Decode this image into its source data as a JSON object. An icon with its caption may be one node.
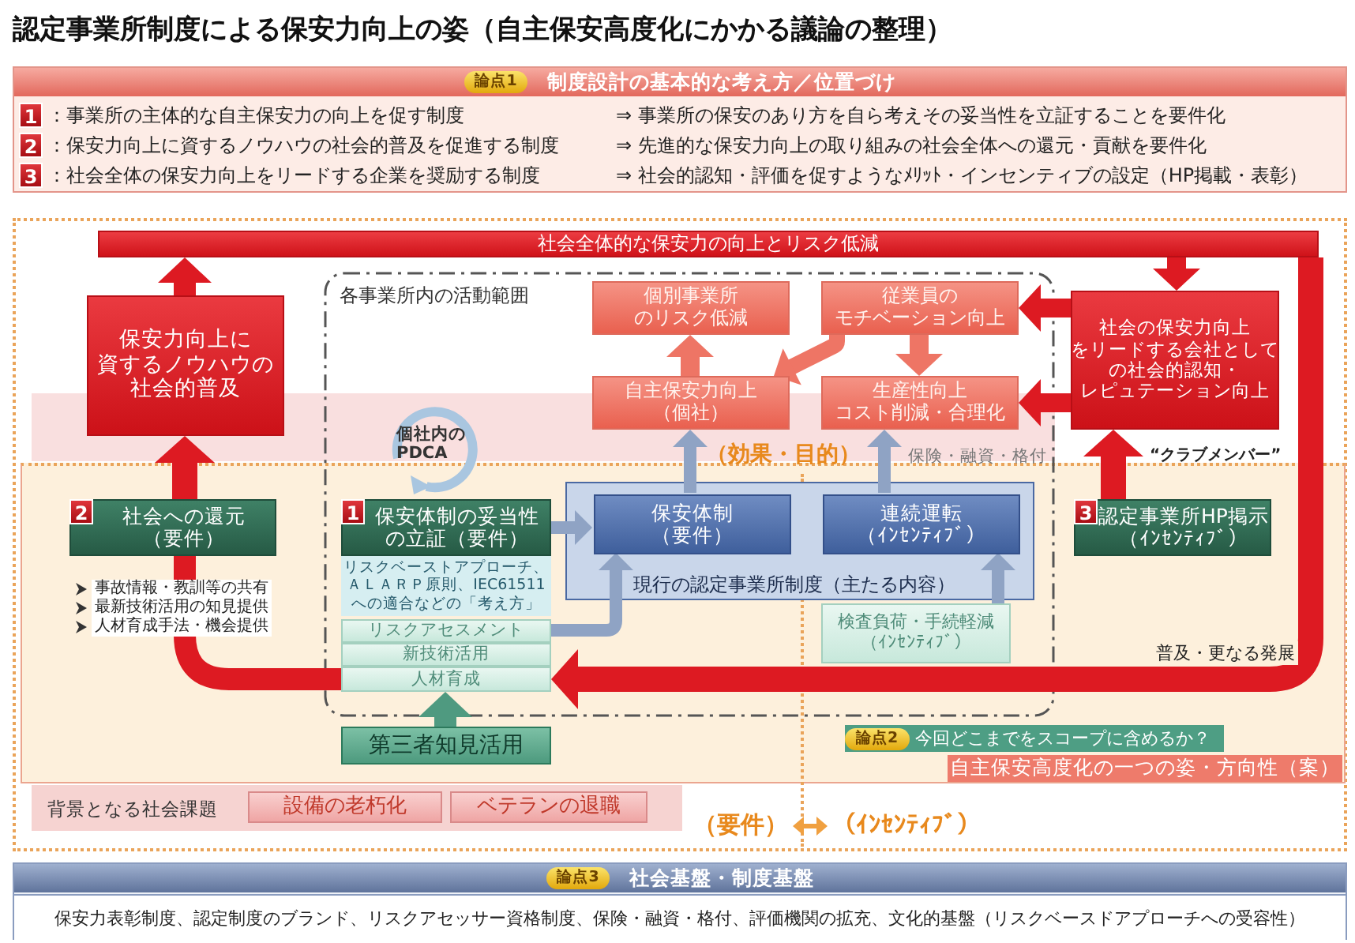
{
  "diagram": {
    "title": "認定事業所制度による保安力向上の姿（自主保安高度化にかかる議論の整理）",
    "nodes": [
      {
        "text": [
          "論点1",
          "制度設計の基本的な考え方／位置づけ",
          "1",
          "：事業所の主体的な自主保安力の向上を促す制度",
          "⇒ 事業所の保安のあり方を自ら考えその妥当性を立証することを要件化",
          "2",
          "：保安力向上に資するノウハウの社会的普及を促進する制度",
          "⇒ 先進的な保安力向上の取り組みの社会全体への還元・貢献を要件化",
          "3",
          "：社会全体の保安力向上をリードする企業を奨励する制度",
          "⇒ 社会的認知・評価を促すようなﾒﾘｯﾄ・インセンティブの設定（HP掲載・表彰）"
        ]
      },
      {
        "text": [
          "社会全体的な保安力の向上とリスク低減"
        ]
      },
      {
        "text": [
          "保安力向上に資するノウハウの社会的普及"
        ]
      },
      {
        "text": [
          "各事業所内の活動範囲"
        ]
      },
      {
        "text": [
          "個別事業所のリスク低減"
        ],
        "in": 3
      },
      {
        "text": [
          "従業員のモチベーション向上"
        ],
        "in": 3
      },
      {
        "text": [
          "社会の保安力向上をリードする会社としての社会的認知・レピュテーション向上"
        ]
      },
      {
        "text": [
          "自主保安力向上（個社）"
        ],
        "in": 3
      },
      {
        "text": [
          "生産性向上コスト削減・合理化"
        ],
        "in": 3
      },
      {
        "text": [
          "個社内のPDCA"
        ],
        "in": 3
      },
      {
        "text": [
          "2",
          "社会への還元（要件）"
        ],
        "beside": [
          "事故情報・教訓等の共有",
          "最新技術活用の知見提供",
          "人材育成手法・機会提供"
        ]
      },
      {
        "text": [
          "1",
          "保安体制の妥当性の立証（要件）"
        ],
        "in": 3
      },
      {
        "text": [
          "現行の認定事業所制度（主たる内容）"
        ],
        "in": 3
      },
      {
        "text": [
          "保安体制（要件）"
        ],
        "in": 12
      },
      {
        "text": [
          "連続運転（ｲﾝｾﾝﾃｨﾌﾞ）"
        ],
        "in": 12
      },
      {
        "text": [
          "3",
          "認定事業所HP掲示（ｲﾝｾﾝﾃｨﾌﾞ）"
        ]
      },
      {
        "text": [
          "リスクベーストアプローチ、ＡＬＡＲＰ原則、IEC61511への適合などの「考え方」"
        ],
        "in": 3
      },
      {
        "text": [
          "リスクアセスメント"
        ],
        "in": 3
      },
      {
        "text": [
          "新技術活用"
        ],
        "in": 3
      },
      {
        "text": [
          "人材育成"
        ],
        "in": 3
      },
      {
        "text": [
          "検査負荷・手続軽減（ｲﾝｾﾝﾃｨﾌﾞ）"
        ],
        "in": 3
      },
      {
        "text": [
          "第三者知見活用"
        ]
      },
      {
        "text": [
          "論点2",
          "今回どこまでをスコープに含めるか？"
        ]
      },
      {
        "text": [
          "自主保安高度化の一つの姿・方向性（案）"
        ]
      },
      {
        "text": [
          "背景となる社会課題"
        ]
      },
      {
        "text": [
          "設備の老朽化"
        ],
        "in": 24
      },
      {
        "text": [
          "ベテランの退職"
        ],
        "in": 24
      },
      {
        "text": [
          "（要件）"
        ]
      },
      {
        "text": [
          "（ｲﾝｾﾝﾃｨﾌﾞ）"
        ]
      },
      {
        "text": [
          "論点3",
          "社会基盤・制度基盤",
          "保安力表彰制度、認定制度のブランド、リスクアセッサー資格制度、保険・融資・格付、評価機関の拡充、文化的基盤（リスクベースドアプローチへの受容性）"
        ]
      }
    ],
    "edges": [
      {
        "from": 2,
        "to": 1,
        "arrow": "to"
      },
      {
        "from": 10,
        "to": 2,
        "arrow": "to"
      },
      {
        "from": 1,
        "to": 6,
        "arrow": "to"
      },
      {
        "from": 6,
        "to": 5,
        "arrow": "to"
      },
      {
        "from": 6,
        "to": 8,
        "arrow": "to"
      },
      {
        "from": 7,
        "to": 4,
        "arrow": "to",
        "color": "#ee7565"
      },
      {
        "from": 5,
        "to": 7,
        "arrow": "to",
        "color": "#ee7565"
      },
      {
        "from": 5,
        "to": 8,
        "arrow": "to",
        "color": "#ee7565"
      },
      {
        "from": 13,
        "to": 7,
        "arrow": "to",
        "color": "#8fa3c4"
      },
      {
        "from": 14,
        "to": 8,
        "arrow": "to",
        "color": "#8fa3c4"
      },
      {
        "from": 11,
        "to": 13,
        "arrow": "to",
        "color": "#8fa3c4"
      },
      {
        "from": 17,
        "to": 13,
        "arrow": "to",
        "color": "#8fa3c4"
      },
      {
        "from": 20,
        "to": 14,
        "arrow": "to",
        "color": "#8fa3c4"
      },
      {
        "from": 21,
        "to": 19,
        "arrow": "to",
        "color": "#4f9a80"
      },
      {
        "from": 19,
        "to": 10,
        "arrow": "none"
      },
      {
        "from": 1,
        "to": 19,
        "arrow": "to",
        "label": "普及・更なる発展"
      },
      {
        "from": 15,
        "to": 6,
        "arrow": "to"
      },
      {
        "from": 27,
        "to": 28,
        "arrow": "both",
        "color": "#f0a040"
      }
    ],
    "labels": [
      "（効果・目的）",
      "保険・融資・格付",
      "“クラブメンバー”"
    ]
  }
}
